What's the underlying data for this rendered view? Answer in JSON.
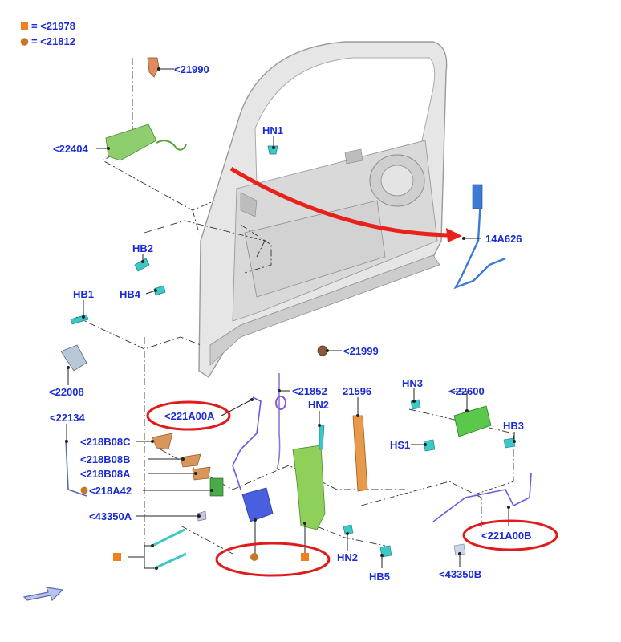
{
  "legend": {
    "items": [
      {
        "symbol": "square",
        "color": "#f07f1e",
        "text": "= <21978"
      },
      {
        "symbol": "circle",
        "color": "#c8762a",
        "text": "= <21812"
      }
    ]
  },
  "labels": {
    "p21990": "<21990",
    "p22404": "<22404",
    "hn1": "HN1",
    "hb2": "HB2",
    "hb4": "HB4",
    "hb1": "HB1",
    "p22008": "<22008",
    "p14a626": "14A626",
    "p21999": "<21999",
    "p21852": "<21852",
    "p21596": "21596",
    "hn2_top": "HN2",
    "p221a00a": "<221A00A",
    "p22134": "<22134",
    "p218b08c": "<218B08C",
    "p218b08b": "<218B08B",
    "p218b08a": "<218B08A",
    "p218a42": "<218A42",
    "p43350a": "<43350A",
    "hn3": "HN3",
    "p22600": "<22600",
    "hb3": "HB3",
    "hs1": "HS1",
    "p221a00b": "<221A00B",
    "hn2_bottom": "HN2",
    "hb5": "HB5",
    "p43350b": "<43350B"
  },
  "colors": {
    "label_blue": "#1a2bd6",
    "highlight_red": "#e01b1b",
    "arrow_red": "#e8221b",
    "part_green": "#7ac943",
    "part_blue": "#4a5ee0",
    "part_orange": "#e89a4a",
    "part_cyan": "#3cc8c8"
  },
  "icons": {
    "direction_arrow": "front-direction-arrow-icon",
    "square_marker": "orange-square-icon",
    "circle_marker": "brown-circle-icon"
  }
}
